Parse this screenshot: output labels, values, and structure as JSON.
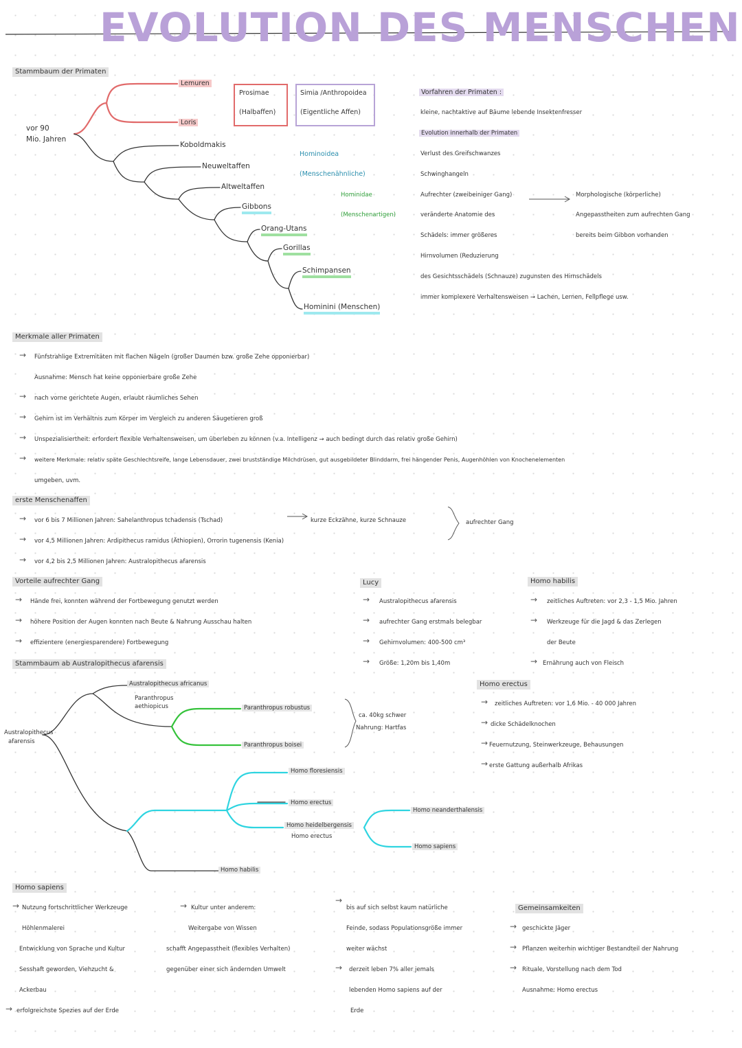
{
  "title": "EVOLUTION DES MENSCHEN",
  "colors": {
    "title": "#b9a1d8",
    "red": "#e16a6a",
    "green": "#34c23a",
    "cyan": "#2ed4e0",
    "lavender": "#b7a3d6"
  },
  "tree1": {
    "heading": "Stammbaum der Primaten",
    "root": [
      "vor 90",
      "Mio. Jahren"
    ],
    "lemuren": "Lemuren",
    "loris": "Loris",
    "koboldmakis": "Koboldmakis",
    "neuweltaffen": "Neuweltaffen",
    "altweltaffen": "Altweltaffen",
    "gibbons": "Gibbons",
    "orang": "Orang-Utans",
    "gorillas": "Gorillas",
    "schimpansen": "Schimpansen",
    "hominini": "Hominini (Menschen)",
    "prosimae": [
      "Prosimae",
      "(Halbaffen)"
    ],
    "simia": [
      "Simia /Anthropoidea",
      "(Eigentliche Affen)"
    ],
    "hominoidea": [
      "Hominoidea",
      "(Menschenähnliche)"
    ],
    "hominidae": [
      "Hominidae",
      "(Menschenartigen)"
    ]
  },
  "vorfahren": {
    "heading": "Vorfahren der Primaten :",
    "line1": "kleine, nachtaktive auf Bäume lebende Insektenfresser",
    "evol_heading": "Evolution innerhalb der Primaten",
    "items": [
      "Verlust des Greifschwanzes",
      "Schwinghangeln",
      "Aufrechter (zweibeiniger Gang)",
      "veränderte Anatomie des",
      "Schädels: immer größeres",
      "Hirnvolumen (Reduzierung",
      "des Gesichtsschädels (Schnauze) zugunsten des Hirnschädels",
      "immer komplexere Verhaltensweisen → Lachen, Lernen, Fellpflege usw."
    ],
    "morph": [
      "Morphologische (körperliche)",
      "Angepasstheiten zum aufrechten Gang",
      "bereits beim Gibbon vorhanden"
    ]
  },
  "merkmale": {
    "heading": "Merkmale aller Primaten",
    "lines": [
      "Fünfstrahlige Extremitäten mit flachen Nägeln (großer Daumen bzw. große Zehe opponierbar)",
      "Ausnahme: Mensch hat keine opponierbare große Zehe",
      "nach vorne gerichtete Augen, erlaubt räumliches Sehen",
      "Gehirn ist im Verhältnis zum Körper im Vergleich zu anderen Säugetieren groß",
      "Unspezialisiertheit: erfordert flexible Verhaltensweisen, um überleben zu können (v.a. Intelligenz → auch bedingt durch das relativ große Gehirn)",
      "weitere Merkmale: relativ späte Geschlechtsreife, lange Lebensdauer, zwei brustständige Milchdrüsen, gut ausgebildeter Blinddarm, frei hängender Penis, Augenhöhlen von Knochenelementen",
      "umgeben, uvm."
    ]
  },
  "erste": {
    "heading": "erste Menschenaffen",
    "lines": [
      "vor 6 bis 7 Millionen Jahren: Sahelanthropus tchadensis (Tschad)",
      "vor 4,5 Millionen Jahren: Ardipithecus ramidus (Äthiopien), Orrorin tugenensis (Kenia)",
      "vor 4,2 bis 2,5 Millionen Jahren: Australopithecus afarensis"
    ],
    "note": "kurze Eckzähne, kurze Schnauze",
    "brace": "aufrechter Gang"
  },
  "vorteile": {
    "heading": "Vorteile aufrechter Gang",
    "lines": [
      "Hände frei, konnten während der Fortbewegung genutzt werden",
      "höhere Position der Augen konnten nach Beute & Nahrung Ausschau halten",
      "effizientere (energiesparendere) Fortbewegung"
    ]
  },
  "lucy": {
    "heading": "Lucy",
    "lines": [
      "Australopithecus afarensis",
      "aufrechter Gang erstmals belegbar",
      "Gehirnvolumen: 400-500 cm³",
      "Größe: 1,20m bis 1,40m"
    ]
  },
  "habilis": {
    "heading": "Homo habilis",
    "lines": [
      "zeitliches Auftreten: vor 2,3 - 1,5 Mio. Jahren",
      "Werkzeuge für die Jagd & das Zerlegen",
      "der Beute",
      "Ernährung auch von Fleisch"
    ]
  },
  "erectus": {
    "heading": "Homo erectus",
    "lines": [
      "zeitliches Auftreten: vor 1,6 Mio. - 40 000 Jahren",
      "dicke Schädelknochen",
      "Feuernutzung, Steinwerkzeuge, Behausungen",
      "erste Gattung außerhalb Afrikas"
    ]
  },
  "tree2": {
    "heading": "Stammbaum ab Australopithecus afarensis",
    "root": [
      "Australopithecus",
      "afarensis"
    ],
    "africanus": "Australopithecus africanus",
    "aethiopicus": [
      "Paranthropus",
      "aethiopicus"
    ],
    "robustus": "Paranthropus robustus",
    "boisei": "Paranthropus boisei",
    "paranote": [
      "ca. 40kg schwer",
      "Nahrung: Hartfas"
    ],
    "floresiensis": "Homo floresiensis",
    "erectus": "Homo erectus",
    "heidelbergensis": [
      "Homo heidelbergensis",
      "Homo erectus"
    ],
    "neanderthalensis": "Homo neanderthalensis",
    "sapiens": "Homo sapiens",
    "habilis": "Homo habilis"
  },
  "sapiens": {
    "heading": "Homo sapiens",
    "col1": [
      "Nutzung fortschrittlicher Werkzeuge",
      "Höhlenmalerei",
      "Entwicklung von Sprache und Kultur",
      "Sesshaft geworden, Viehzucht &",
      "Ackerbau",
      "erfolgreichste Spezies auf der Erde"
    ],
    "col2": [
      "Kultur unter anderem:",
      "Weitergabe von Wissen",
      "schafft Angepasstheit (flexibles Verhalten)",
      "gegenüber einer sich ändernden Umwelt"
    ],
    "col3": [
      "bis auf sich selbst kaum natürliche",
      "Feinde, sodass Populationsgröße immer",
      "weiter wächst",
      "derzeit leben 7% aller jemals",
      "lebenden Homo sapiens auf der",
      "Erde"
    ]
  },
  "gemeinsam": {
    "heading": "Gemeinsamkeiten",
    "lines": [
      "geschickte Jäger",
      "Pflanzen weiterhin wichtiger Bestandteil der Nahrung",
      "Rituale, Vorstellung nach dem Tod",
      "Ausnahme: Homo erectus"
    ]
  }
}
